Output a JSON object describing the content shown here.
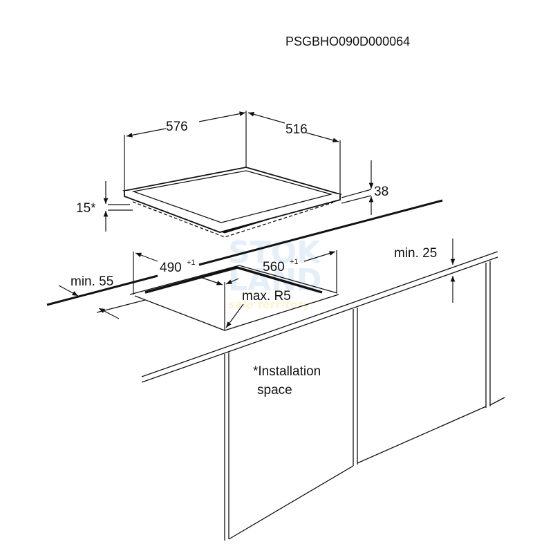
{
  "product_code": "PSGBHO090D000064",
  "dimensions": {
    "width": "576",
    "depth": "516",
    "height": "38",
    "gap": "15*",
    "cutout_width": "560",
    "cutout_width_tol": "+1",
    "cutout_depth": "490",
    "cutout_depth_tol": "+1",
    "front_min": "min. 55",
    "wall_min": "min. 25",
    "radius": "max. R5"
  },
  "note": {
    "line1": "*Installation",
    "line2": "space"
  },
  "watermark": {
    "line1": "STOK",
    "line2": "LAND",
    "line3": "sale territory"
  },
  "colors": {
    "line": "#111111",
    "background": "#ffffff"
  }
}
